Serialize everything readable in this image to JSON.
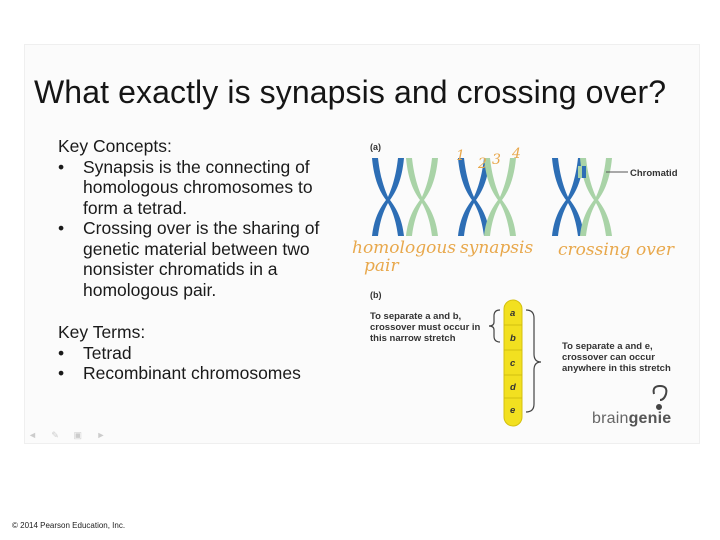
{
  "title": "What exactly is synapsis and crossing over?",
  "key_concepts": {
    "heading": "Key Concepts:",
    "items": [
      "Synapsis is the connecting of homologous chromosomes to form a tetrad.",
      "Crossing over is the sharing of genetic material between two nonsister chromatids in a homologous pair."
    ]
  },
  "key_terms": {
    "heading": "Key Terms:",
    "items": [
      "Tetrad",
      "Recombinant chromosomes"
    ]
  },
  "figure": {
    "label_a": "(a)",
    "label_b": "(b)",
    "chromatid_label": "Chromatid",
    "handwritten": {
      "homologous_1": "homologous",
      "homologous_2": "pair",
      "synapsis": "synapsis",
      "crossing_over": "crossing over",
      "numbers": [
        "1",
        "2",
        "3",
        "4"
      ]
    },
    "annotation_left": "To separate a and b, crossover must occur in this narrow stretch",
    "annotation_right": "To separate a and e, crossover can occur anywhere in this stretch",
    "genes": [
      "a",
      "b",
      "c",
      "d",
      "e"
    ],
    "colors": {
      "blue": "#2d6eb5",
      "green": "#a9d3a7",
      "yellow": "#f2e020",
      "handwriting": "#e8a84c"
    }
  },
  "brand": {
    "prefix": "brain",
    "suffix": "genie"
  },
  "copyright": "© 2014 Pearson Education, Inc."
}
